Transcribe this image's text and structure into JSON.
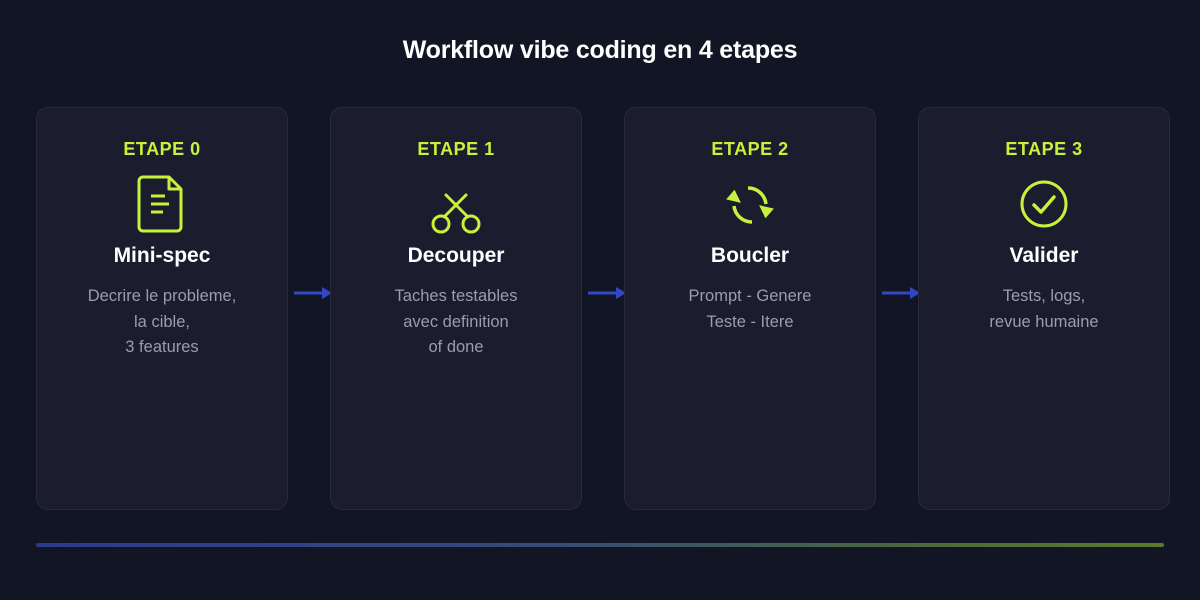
{
  "title": "Workflow vibe coding en 4 etapes",
  "colors": {
    "background": "#121524",
    "card": "#1b1d2e",
    "accent": "#c6f23c",
    "arrow": "#3346c4",
    "text": "#ffffff",
    "muted": "#9a9cb0"
  },
  "steps": [
    {
      "label": "ETAPE 0",
      "icon": "document-icon",
      "name": "Mini-spec",
      "desc": [
        "Decrire le probleme,",
        "la cible,",
        "3 features"
      ]
    },
    {
      "label": "ETAPE 1",
      "icon": "scissors-icon",
      "name": "Decouper",
      "desc": [
        "Taches testables",
        "avec definition",
        "of done"
      ]
    },
    {
      "label": "ETAPE 2",
      "icon": "refresh-cycle-icon",
      "name": "Boucler",
      "desc": [
        "Prompt - Genere",
        "Teste - Itere"
      ]
    },
    {
      "label": "ETAPE 3",
      "icon": "check-circle-icon",
      "name": "Valider",
      "desc": [
        "Tests, logs,",
        "revue humaine"
      ]
    }
  ]
}
